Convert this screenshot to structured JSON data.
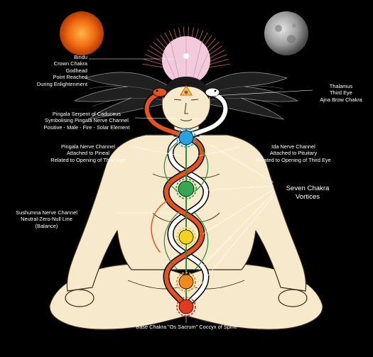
{
  "labels": {
    "bindu": [
      "Bindu",
      "Crown Chakra",
      "Godhead",
      "Point Reached",
      "During Enlightenment"
    ],
    "thalamus": [
      "Thalamus",
      "Third Eye",
      "Ajna Brow Chakra"
    ],
    "pingala_serpent": [
      "Pingala Serpent of Caduceus",
      "Symbolising Pingala Nerve Channel",
      "Positive - Male - Fire - Solar Element"
    ],
    "pingala_channel": [
      "Pingala Nerve Channel",
      "Attached to Pineal",
      "Related to Opening of Third Eye"
    ],
    "ida_channel": [
      "Ida Nerve Channel",
      "Attached to Pituitary",
      "Related to Opening of Third Eye"
    ],
    "seven_chakra": [
      "Seven Chakra",
      "Vortices"
    ],
    "sushumna": [
      "Sushumna Nerve Channel",
      "Neutral-Zero-Null Line",
      "(Balance)"
    ],
    "base_chakra": "Base Chakra \"Os Sacrum\" Coccyx of Spine"
  },
  "colors": {
    "background": "#000000",
    "skin": "#f7e9cc",
    "outline": "#3a2a1a",
    "pingala": "#e4531d",
    "ida": "#ffffff",
    "sushumna": "#2e8b3a",
    "crown_halo": "#f3c9dc",
    "sun": "#f06a12",
    "moon": "#9c9c9c",
    "leader_lines": "#ffffff"
  },
  "chakras": [
    {
      "name": "crown",
      "color": "#ffffff"
    },
    {
      "name": "third-eye",
      "color": "#5b4fd6"
    },
    {
      "name": "throat",
      "color": "#29a3e0"
    },
    {
      "name": "heart",
      "color": "#33a852"
    },
    {
      "name": "solar-plexus",
      "color": "#f2d21b"
    },
    {
      "name": "sacral",
      "color": "#f08a1e"
    },
    {
      "name": "root",
      "color": "#e03a22"
    }
  ]
}
